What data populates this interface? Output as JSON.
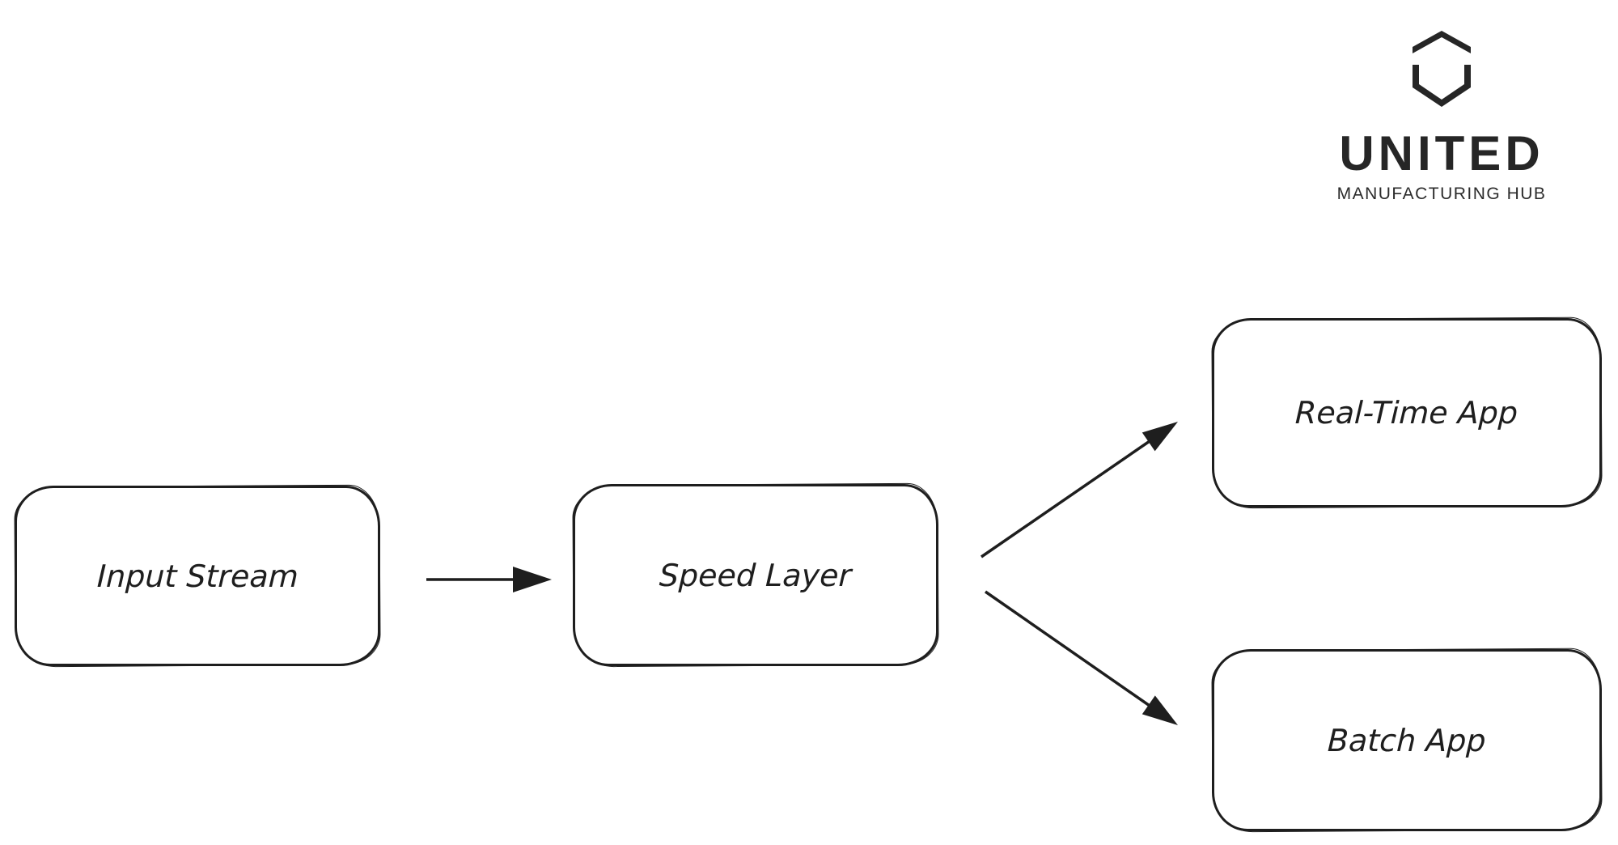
{
  "logo": {
    "title": "UNITED",
    "subtitle": "MANUFACTURING HUB",
    "icon": "umh-hexagon-icon",
    "color": "#262626"
  },
  "diagram": {
    "type": "flowchart",
    "background": "#ffffff",
    "stroke_color": "#1e1e1e",
    "nodes": [
      {
        "id": "input-stream",
        "label": "Input Stream"
      },
      {
        "id": "speed-layer",
        "label": "Speed Layer"
      },
      {
        "id": "real-time-app",
        "label": "Real-Time App"
      },
      {
        "id": "batch-app",
        "label": "Batch App"
      }
    ],
    "edges": [
      {
        "from": "input-stream",
        "to": "speed-layer"
      },
      {
        "from": "speed-layer",
        "to": "real-time-app"
      },
      {
        "from": "speed-layer",
        "to": "batch-app"
      }
    ]
  }
}
